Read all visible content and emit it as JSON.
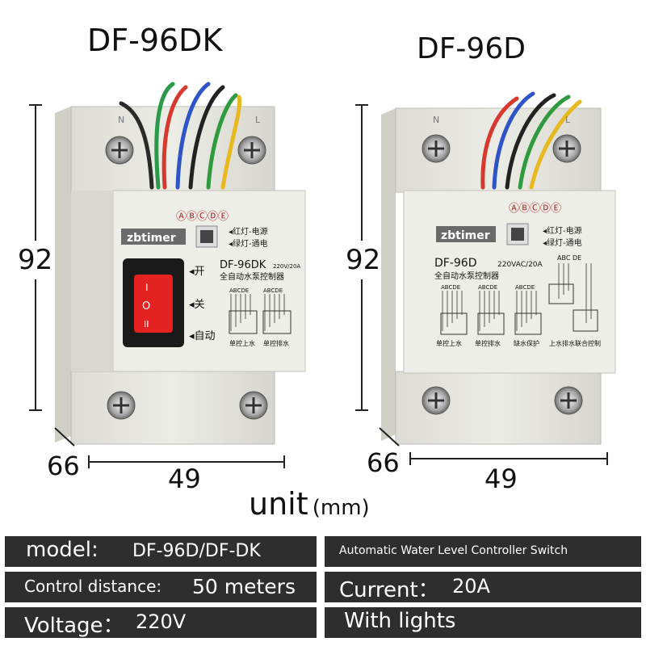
{
  "titles": {
    "left": "DF-96DK",
    "right": "DF-96D"
  },
  "dimensions": {
    "height": "92",
    "depth": "66",
    "width": "49"
  },
  "unit": {
    "word": "unit",
    "mm": "(mm)"
  },
  "left_device": {
    "brand": "zbtimer",
    "terminals": "ⒶⒷⒸⒹⒺ",
    "model": "DF-96DK",
    "rating": "220V/20A",
    "name_cn": "全自动水泵控制器",
    "legend_red": "◂红灯-电源",
    "legend_green": "◂绿灯-通电",
    "switch_open": "◂开",
    "switch_off": "◂关",
    "switch_auto": "◂自动",
    "switch_glyph": "I O II",
    "diagram_labels": [
      "ABCDE",
      "ABCDE"
    ],
    "diagram_captions": [
      "单控上水",
      "单控排水"
    ],
    "top_left_term": "N",
    "top_right_term": "L"
  },
  "right_device": {
    "brand": "zbtimer",
    "terminals": "ⒶⒷⒸⒹⒺ",
    "model": "DF-96D",
    "rating": "220VAC/20A",
    "name_cn": "全自动水泵控制器",
    "legend_red": "◂红灯-电源",
    "legend_green": "◂绿灯-通电",
    "diagram_labels": [
      "ABCDE",
      "ABCDE",
      "ABCDE",
      "ABC  DE"
    ],
    "diagram_captions": [
      "单控上水",
      "单控排水",
      "缺水保护",
      "上水排水联合控制"
    ],
    "top_left_term": "N",
    "top_right_term": "L"
  },
  "specs": {
    "model_label": "model:",
    "model_value": "DF-96D/DF-DK",
    "description": "Automatic Water Level Controller Switch",
    "distance_label": "Control distance:",
    "distance_value": "50 meters",
    "current_label": "Current：",
    "current_value": "20A",
    "voltage_label": "Voltage：",
    "voltage_value": "220V",
    "lights": "With lights"
  }
}
